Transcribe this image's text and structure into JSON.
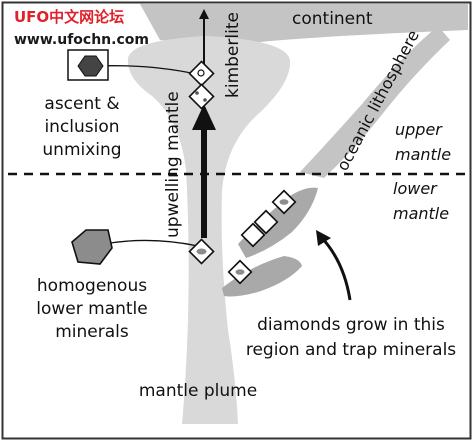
{
  "watermark": {
    "line1": "UFO中文网论坛",
    "line2": "www.ufochn.com"
  },
  "labels": {
    "continent": "continent",
    "kimberlite": "kimberlite",
    "oceanic_lithosphere": "oceanic lithosphere",
    "upper_mantle": [
      "upper",
      "mantle"
    ],
    "lower_mantle": [
      "lower",
      "mantle"
    ],
    "upwelling_mantle": "upwelling mantle",
    "ascent": [
      "ascent &",
      "inclusion",
      "unmixing"
    ],
    "homogenous": [
      "homogenous",
      "lower mantle",
      "minerals"
    ],
    "diamonds": [
      "diamonds grow in this",
      "region and trap minerals"
    ],
    "mantle_plume": "mantle plume"
  },
  "colors": {
    "plume_gray": "#d9d9d9",
    "continent_gray": "#c4c4c4",
    "slab_gray": "#a9a9a9",
    "mineral_dark": "#444444",
    "mineral_mid": "#8c8c8c",
    "watermark_red": "#e0202a"
  }
}
